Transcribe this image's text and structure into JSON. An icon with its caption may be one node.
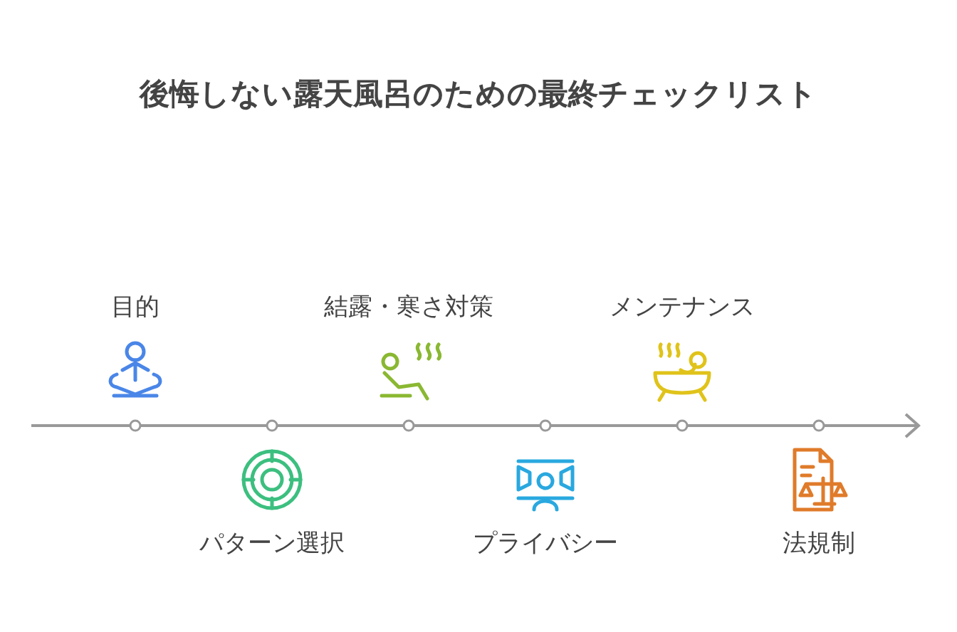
{
  "diagram": {
    "title": "後悔しない露天風呂のための最終チェックリスト",
    "nodes": [
      {
        "text": [
          "目的"
        ]
      },
      {
        "text": [
          "パターン選択"
        ]
      },
      {
        "text": [
          "結露・寒さ対策"
        ]
      },
      {
        "text": [
          "プライバシー"
        ]
      },
      {
        "text": [
          "メンテナンス"
        ]
      },
      {
        "text": [
          "法規制"
        ]
      }
    ]
  }
}
